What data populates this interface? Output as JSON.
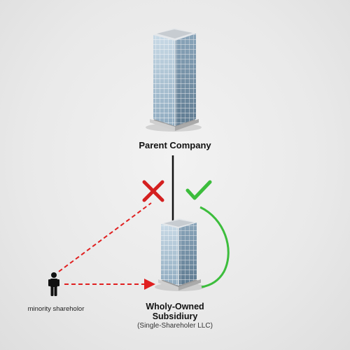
{
  "parent": {
    "label": "Parent Company"
  },
  "subsidiary": {
    "title_line1": "Wholy-Owned",
    "title_line2": "Subsidiury",
    "note": "(Single-Shareholer LLC)"
  },
  "minority": {
    "label": "minority shareholor"
  },
  "marks": {
    "rejected": {
      "icon": "cross-icon",
      "color": "#d42020"
    },
    "approved": {
      "icon": "check-icon",
      "color": "#3cbd3c"
    }
  },
  "colors": {
    "dashed_line": "#e02020",
    "green_line": "#3cbd3c",
    "connector": "#111111",
    "glass": "#a9c3d6",
    "frame": "#eef1f4"
  }
}
